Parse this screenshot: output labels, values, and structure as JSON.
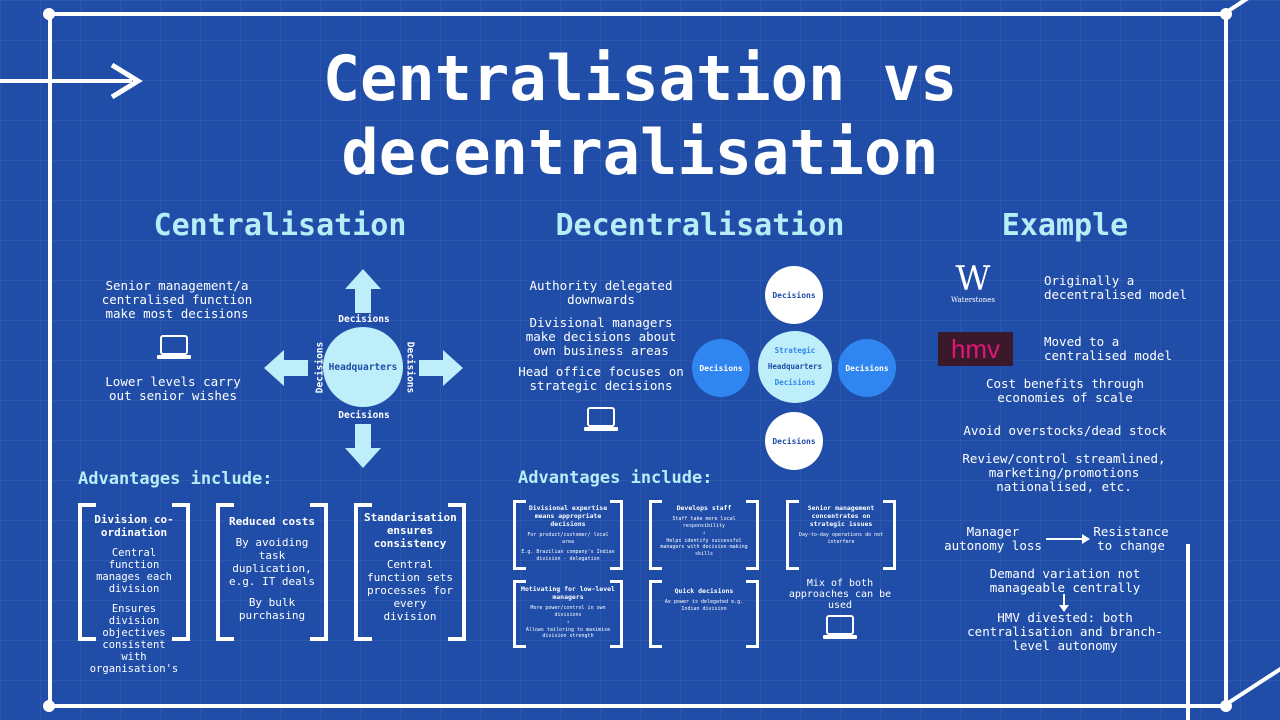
{
  "title_line1": "Centralisation vs",
  "title_line2": "decentralisation",
  "centralisation": {
    "heading": "Centralisation",
    "text1": "Senior management/a centralised function make most decisions",
    "text2": "Lower levels carry out senior wishes",
    "hub": "Headquarters",
    "arrow_labels": {
      "top": "Decisions",
      "bottom": "Decisions",
      "left": "Decisions",
      "right": "Decisions"
    },
    "advantages_heading": "Advantages include:",
    "boxes": [
      {
        "title": "Division co-ordination",
        "body1": "Central function manages each division",
        "body2": "Ensures division objectives consistent with organisation's"
      },
      {
        "title": "Reduced costs",
        "body1": "By avoiding task duplication, e.g. IT deals",
        "body2": "By bulk purchasing"
      },
      {
        "title": "Standarisation ensures consistency",
        "body1": "Central function sets processes for every division",
        "body2": ""
      }
    ]
  },
  "decentralisation": {
    "heading": "Decentralisation",
    "text1": "Authority delegated downwards",
    "text2": "Divisional managers make decisions about own business areas",
    "text3": "Head office focuses on strategic decisions",
    "hub_top": "Strategic",
    "hub_mid": "Headquarters",
    "hub_bottom": "Decisions",
    "nodes": {
      "top": "Decisions",
      "bottom": "Decisions",
      "left": "Decisions",
      "right": "Decisions"
    },
    "advantages_heading": "Advantages include:",
    "boxes": [
      {
        "title": "Divisional expertise means appropriate decisions",
        "body1": "For product/customer/ local area",
        "body2": "E.g. Brazilian company's Indian division - delegation"
      },
      {
        "title": "Develops staff",
        "body1": "Staff take more local responsibility",
        "body2": "Helps identify successful managers with decision-making skills"
      },
      {
        "title": "Senior management concentrates on strategic issues",
        "body1": "Day-to-day operations do not interfere",
        "body2": ""
      },
      {
        "title": "Motivating for low-level managers",
        "body1": "More power/control in own divisions",
        "body2": "Allows tailoring to maximise division strength"
      },
      {
        "title": "Quick decisions",
        "body1": "As power is delegated e.g. Indian division",
        "body2": ""
      }
    ],
    "mix_text": "Mix of both approaches can be used"
  },
  "example": {
    "heading": "Example",
    "waterstones_logo": "W",
    "waterstones_name": "Waterstones",
    "waterstones_text": "Originally a decentralised model",
    "hmv_logo": "hmv",
    "hmv_text": "Moved to a centralised model",
    "line1": "Cost benefits through economies of scale",
    "line2": "Avoid overstocks/dead stock",
    "line3": "Review/control streamlined, marketing/promotions nationalised, etc.",
    "manager_loss": "Manager autonomy loss",
    "resistance": "Resistance to change",
    "demand": "Demand variation not manageable centrally",
    "divested": "HMV divested: both centralisation and branch-level autonomy"
  },
  "colors": {
    "background": "#1f4da8",
    "heading": "#b8ecf7",
    "light_circle": "#bdeefa",
    "dark_circle": "#2f86f0",
    "hmv_bg": "#3a1a2a",
    "hmv_text": "#e0157b"
  },
  "icons": [
    "arrow-right-icon",
    "laptop-icon",
    "arrow-up-icon",
    "arrow-down-icon",
    "arrow-left-icon"
  ]
}
